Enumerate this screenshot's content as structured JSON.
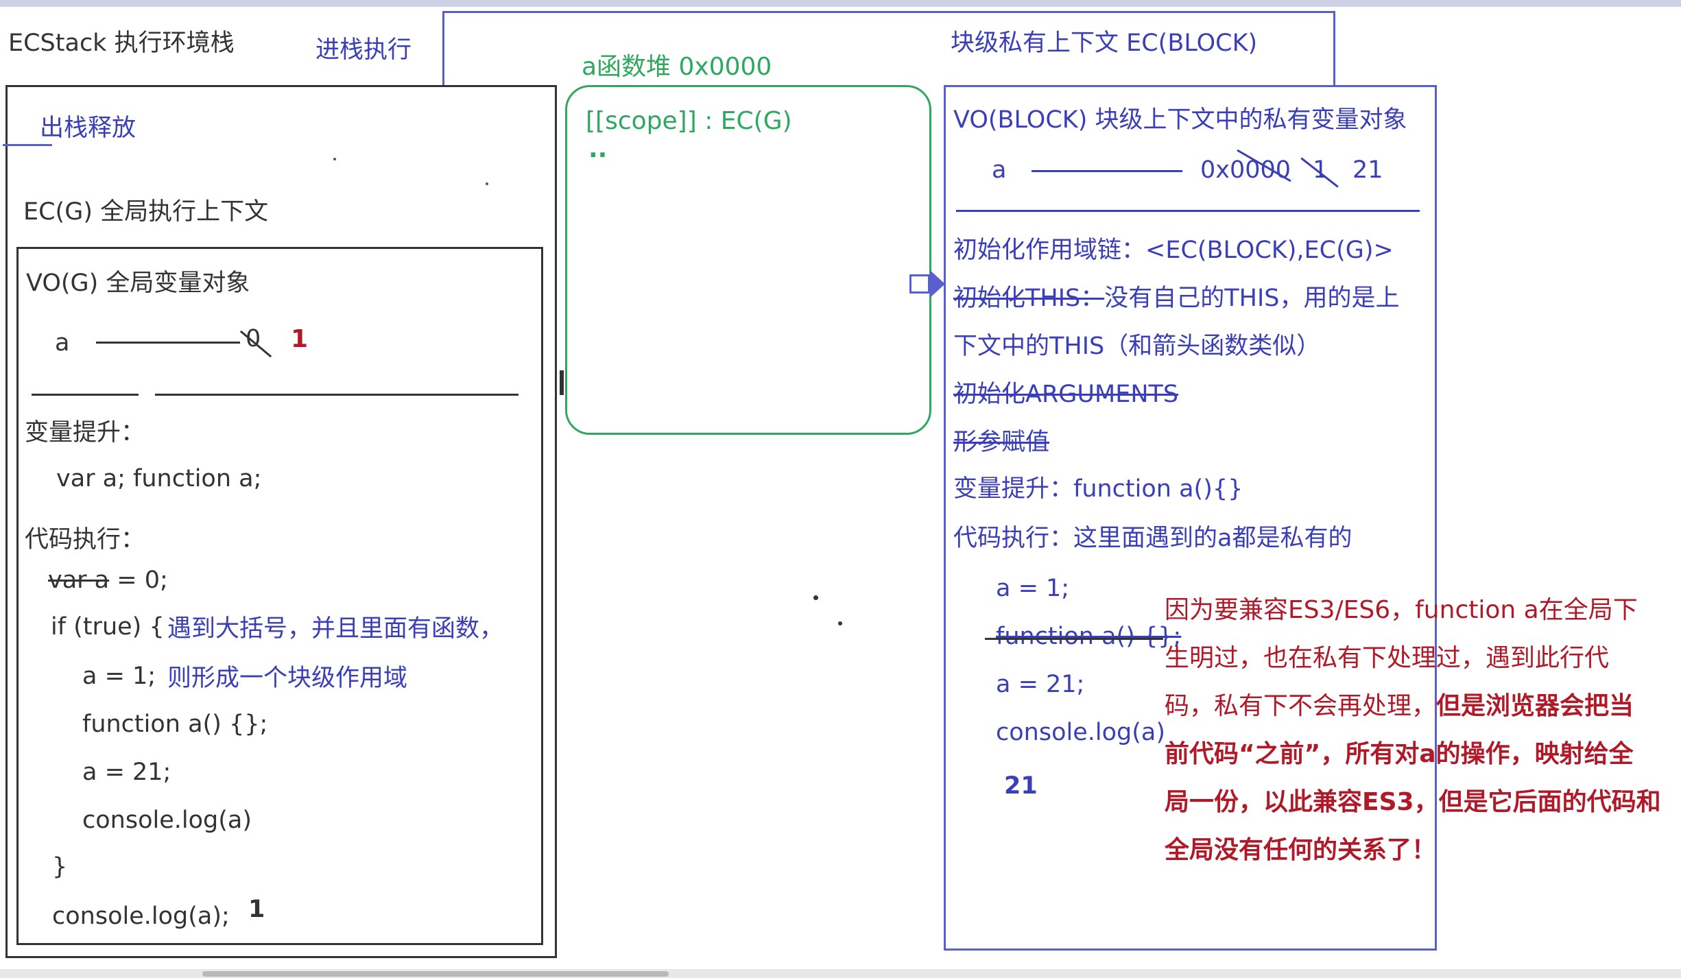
{
  "labels": {
    "ecstack": "ECStack  执行环境栈",
    "push_exec": "进栈执行",
    "pop_release": "出栈释放",
    "ecg": "EC(G)  全局执行上下文",
    "vog": "VO(G) 全局变量对象",
    "heap": "a函数堆  0x0000",
    "block_ctx": "块级私有上下文    EC(BLOCK)",
    "voblock": "VO(BLOCK)  块级上下文中的私有变量对象"
  },
  "global": {
    "var_a": "a",
    "val_old": "0",
    "val_new": "1",
    "hoist_title": "变量提升：",
    "hoist_code": "var a;  function a;",
    "exec_title": "代码执行：",
    "line1_strike": "var a",
    "line1_rest": " = 0;",
    "line2_code": "if (true) {",
    "line2_note": "遇到大括号，并且里面有函数，",
    "line3_code": "a = 1;",
    "line3_note": "则形成一个块级作用域",
    "line4_code": "function a() {};",
    "line5_code": "a = 21;",
    "line6_code": "console.log(a)",
    "line7_code": "}",
    "line8_code": "console.log(a);",
    "line8_result": "1"
  },
  "heap_content": {
    "scope": "[[scope]] : EC(G)",
    "dots": "··"
  },
  "block": {
    "var_a": "a",
    "addr": "0x0000",
    "v1": "1",
    "v2": "21",
    "scope_chain": "初始化作用域链：<EC(BLOCK),EC(G)>",
    "this_strike": "初始化THIS：",
    "this_rest": "没有自己的THIS，用的是上",
    "this_rest2": "下文中的THIS（和箭头函数类似）",
    "args_strike": "初始化ARGUMENTS",
    "params_strike": "形参赋值",
    "hoist": "变量提升：function a(){}",
    "exec": "代码执行：这里面遇到的a都是私有的",
    "code1": "a = 1;",
    "code2": "function a() {};",
    "code3": "a = 21;",
    "code4": "console.log(a)",
    "result": "21"
  },
  "note": {
    "line1": "因为要兼容ES3/ES6，function a在全局下",
    "line2": "生明过，也在私有下处理过，遇到此行代",
    "line3_plain": "码，私有下不会再处理，",
    "line3_bold": "但是浏览器会把当",
    "line4": "前代码“之前”，所有对a的操作，映射给全",
    "line5": "局一份，以此兼容ES3，但是它后面的代码和",
    "line6": "全局没有任何的关系了！"
  },
  "colors": {
    "dark": "#333333",
    "blue": "#3a3fb8",
    "green": "#2ea85e",
    "red": "#b01a28",
    "box_blue": "#5a5fd0"
  }
}
